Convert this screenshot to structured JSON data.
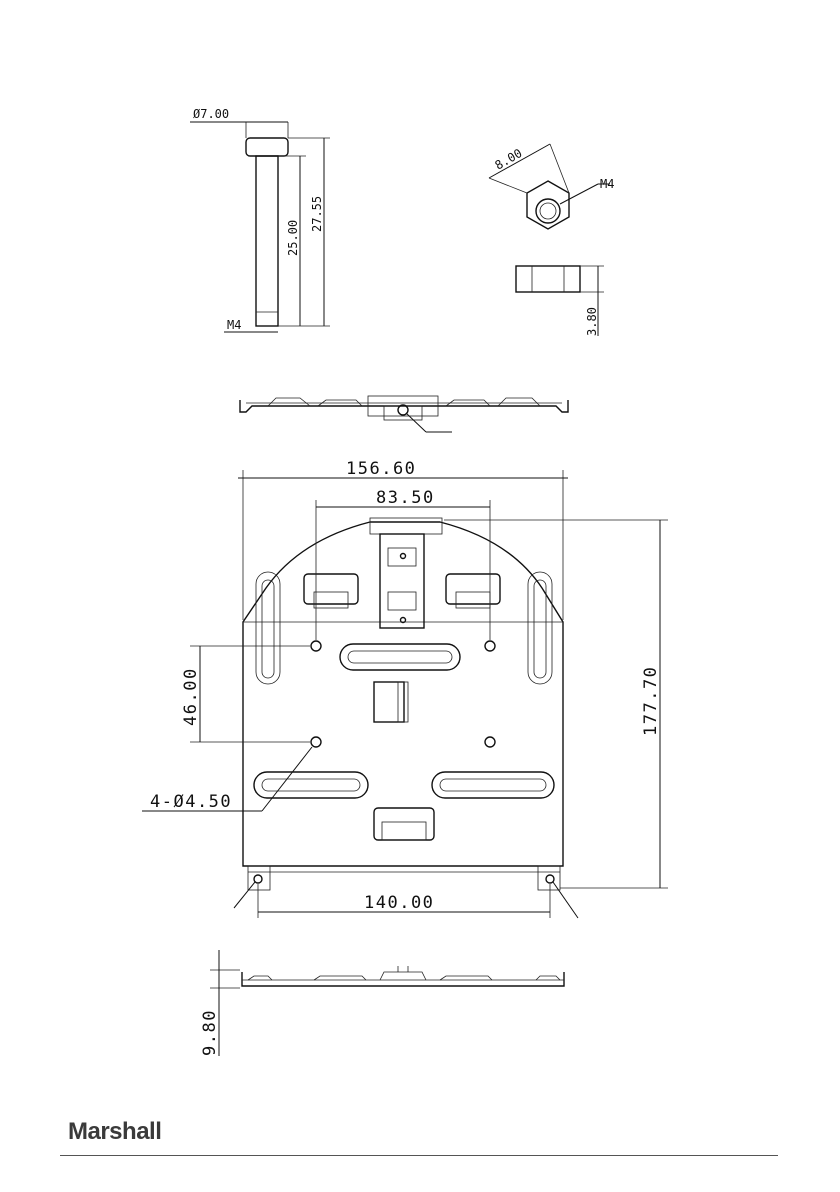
{
  "screw": {
    "diameter": "Ø7.00",
    "inner_length": "25.00",
    "total_length": "27.55",
    "thread": "M4"
  },
  "nut": {
    "width": "8.00",
    "thread": "M4",
    "height": "3.80"
  },
  "plate": {
    "width": "156.60",
    "hole_spacing_top": "83.50",
    "height": "177.70",
    "hole_spacing_vertical": "46.00",
    "hole_spec": "4-Ø4.50",
    "bottom_spacing": "140.00",
    "thickness": "9.80"
  },
  "brand": {
    "logo_text": "Marshall"
  }
}
